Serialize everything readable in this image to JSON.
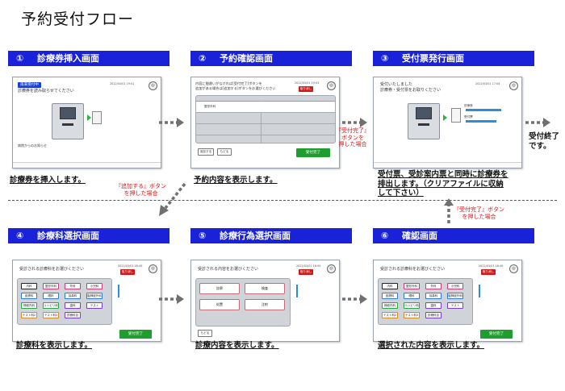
{
  "title": "予約受付フロー",
  "steps": [
    {
      "num": "①",
      "label": "診療券挿入画面",
      "caption": "診療券を挿入します。"
    },
    {
      "num": "②",
      "label": "予約確認画面",
      "caption": "予約内容を表示します。"
    },
    {
      "num": "③",
      "label": "受付票発行画面",
      "caption_lines": [
        "受付票、受診案内票と同時に診療券を",
        "排出します。（クリアファイルに収納",
        "して下さい）"
      ]
    },
    {
      "num": "④",
      "label": "診療科選択画面",
      "caption": "診療科を表示します。"
    },
    {
      "num": "⑤",
      "label": "診療行為選択画面",
      "caption": "診療内容を表示します。"
    },
    {
      "num": "⑥",
      "label": "確認画面",
      "caption": "選択された内容を表示します。"
    }
  ],
  "notes": {
    "add_button": [
      "『追加する』ボタン",
      "を押した場合"
    ],
    "complete_button_top": [
      "『受付完了』",
      "ボタンを",
      "押した場合"
    ],
    "complete_button_right": [
      "『受付完了』ボタン",
      "を押した場合"
    ],
    "end": [
      "受付終了",
      "です。"
    ]
  },
  "screens": {
    "s1": {
      "badge": "再来受付中",
      "text": "診療券を読み取らせてください",
      "date": "2022/03/01 19:01",
      "footer_text": "病院からのお知らせ"
    },
    "s2": {
      "text1": "内容に間違いがなければ[受付完了]ボタンを",
      "text2": "追加がある場合は[追加する]ボタンをお選びください",
      "date": "2022/03/01 19:03",
      "red_btn": "取り消し",
      "row1": "整形外科",
      "btn_add": "追加する",
      "btn_back": "もどる",
      "green_btn": "受付完了"
    },
    "s3": {
      "text1": "受付いたしました",
      "text2": "診療券・受付票をお取りください",
      "date": "2022/03/01 17:04",
      "label1": "診療券",
      "label2": "受付票"
    },
    "s4": {
      "text": "受診される診療科をお選びください",
      "date": "2022/03/01 16:49",
      "red_btn": "取り消し",
      "green_btn": "受付完了",
      "buttons": [
        "内科",
        "整形外科",
        "外科",
        "小児科",
        "皮膚科",
        "眼科",
        "耳鼻科",
        "脳神経外科",
        "神経内科",
        "リハビリ科",
        "歯科",
        "テスト",
        "テスト科2",
        "テスト科3",
        "診療科目"
      ]
    },
    "s5": {
      "text": "受診される内容をお選びください",
      "date": "2022/03/01 16:49",
      "red_btn": "取り消し",
      "buttons": [
        "診察",
        "検査",
        "処置",
        "注射"
      ],
      "back": "もどる"
    },
    "s6": {
      "text": "受診される診療科をお選びください",
      "date": "2022/03/01 16:49",
      "red_btn": "取り消し",
      "green_btn": "受付完了",
      "buttons": [
        "内科",
        "整形外科",
        "外科",
        "小児科",
        "皮膚科",
        "眼科",
        "耳鼻科",
        "脳神経外科",
        "神経内科",
        "リハビリ科",
        "歯科",
        "テスト",
        "テスト科2",
        "テスト科3",
        "診療科目"
      ]
    }
  },
  "colors": {
    "step_bar": "#1a22d9",
    "note_red": "#e01414",
    "accept_green": "#1f9e2f",
    "cancel_red": "#d01a1a"
  }
}
